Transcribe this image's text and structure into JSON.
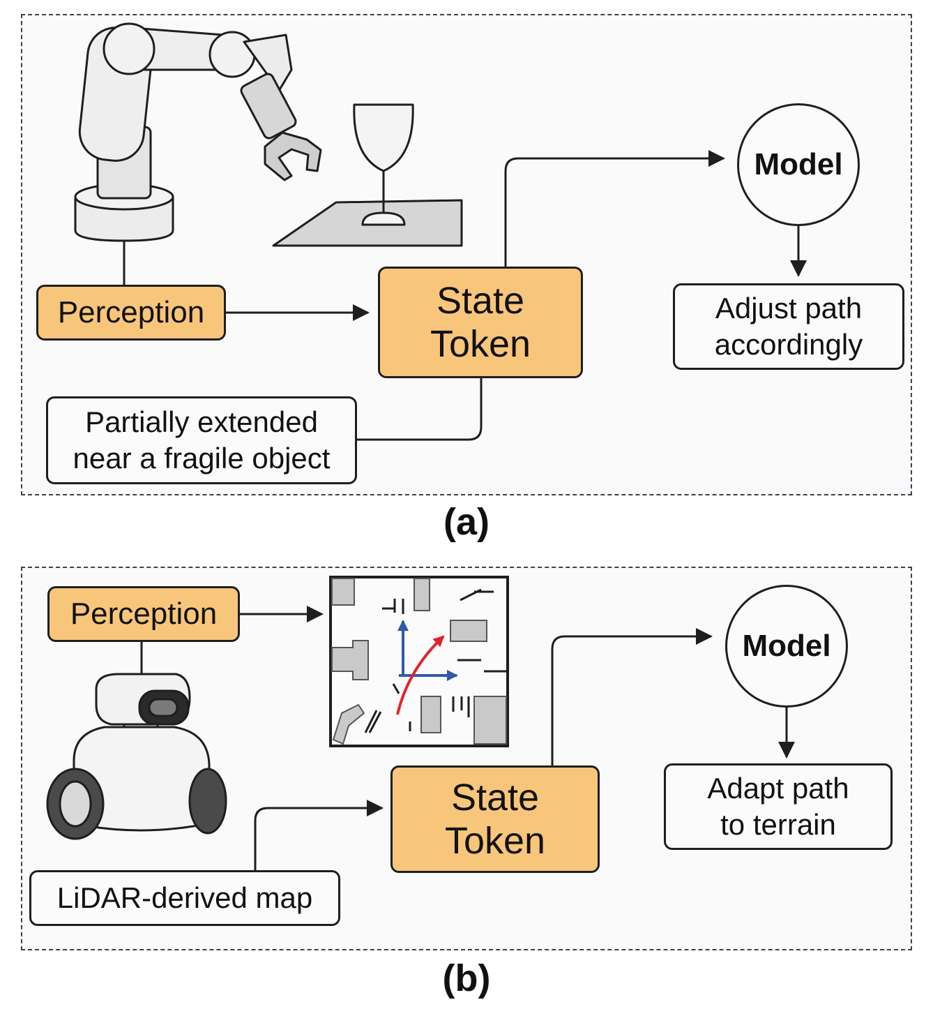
{
  "panel_a": {
    "perception_label": "Perception",
    "state_token_line1": "State",
    "state_token_line2": "Token",
    "model_label": "Model",
    "action_line1": "Adjust path",
    "action_line2": "accordingly",
    "state_desc_line1": "Partially extended",
    "state_desc_line2": "near a fragile object",
    "caption": "(a)",
    "icons": [
      "robot-arm-icon",
      "wine-glass-icon"
    ]
  },
  "panel_b": {
    "perception_label": "Perception",
    "state_token_line1": "State",
    "state_token_line2": "Token",
    "model_label": "Model",
    "action_line1": "Adapt path",
    "action_line2": "to terrain",
    "map_label": "LiDAR-derived map",
    "caption": "(b)",
    "icons": [
      "mobile-robot-icon",
      "lidar-map-icon"
    ]
  },
  "colors": {
    "token_fill": "#f8c67a",
    "box_fill": "#fbfbfb",
    "border": "#1e1e1e",
    "path_arrow": "#e0242a",
    "axis_arrow": "#2f5aa8"
  }
}
